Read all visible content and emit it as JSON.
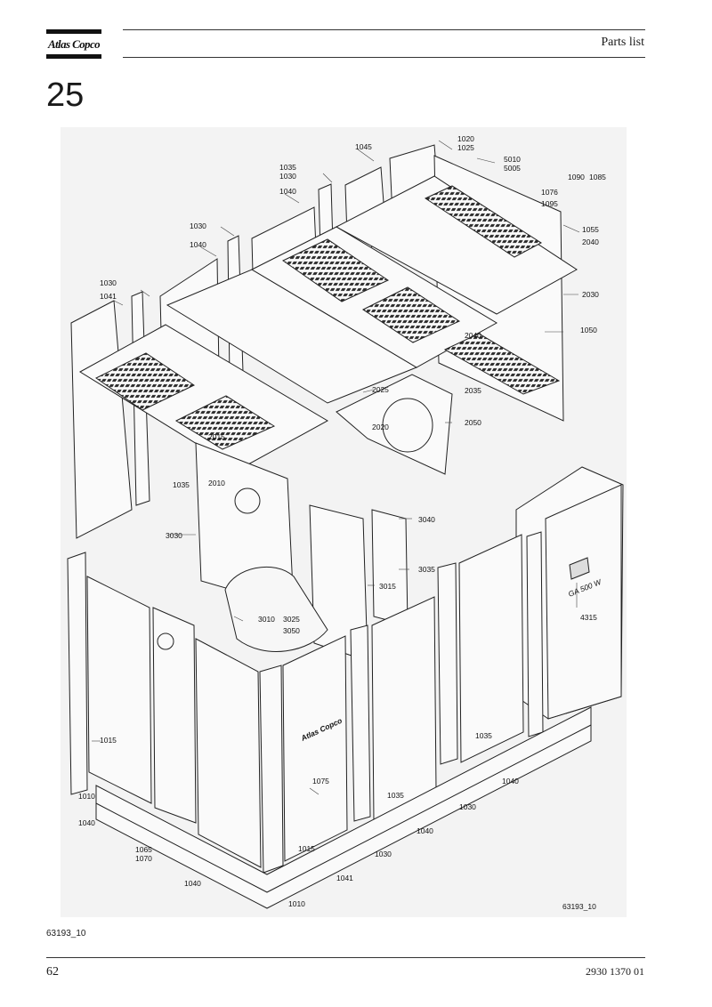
{
  "header": {
    "logo_text": "Atlas Copco",
    "title": "Parts list"
  },
  "section": {
    "number": "25"
  },
  "figure": {
    "drawing_id": "63193_10",
    "panel_brand_text": "Atlas Copco",
    "cubicle_text": "GA 500 W",
    "callouts": [
      "1045",
      "1020",
      "1025",
      "5010",
      "5005",
      "1035",
      "1030",
      "1090",
      "1085",
      "1040",
      "1076",
      "1095",
      "1055",
      "2040",
      "1030",
      "1040",
      "2030",
      "1030",
      "1041",
      "2040",
      "1050",
      "2025",
      "2035",
      "2020",
      "2050",
      "2015",
      "1035",
      "2010",
      "3040",
      "3030",
      "3035",
      "3015",
      "4315",
      "3010",
      "3025",
      "3050",
      "1015",
      "1035",
      "1075",
      "1040",
      "1010",
      "1035",
      "1030",
      "1040",
      "1065",
      "1070",
      "1015",
      "1030",
      "1041",
      "1040",
      "1010",
      "63193_10"
    ]
  },
  "caption": {
    "reference": "63193_10"
  },
  "footer": {
    "page_number": "62",
    "document_number": "2930 1370 01"
  }
}
